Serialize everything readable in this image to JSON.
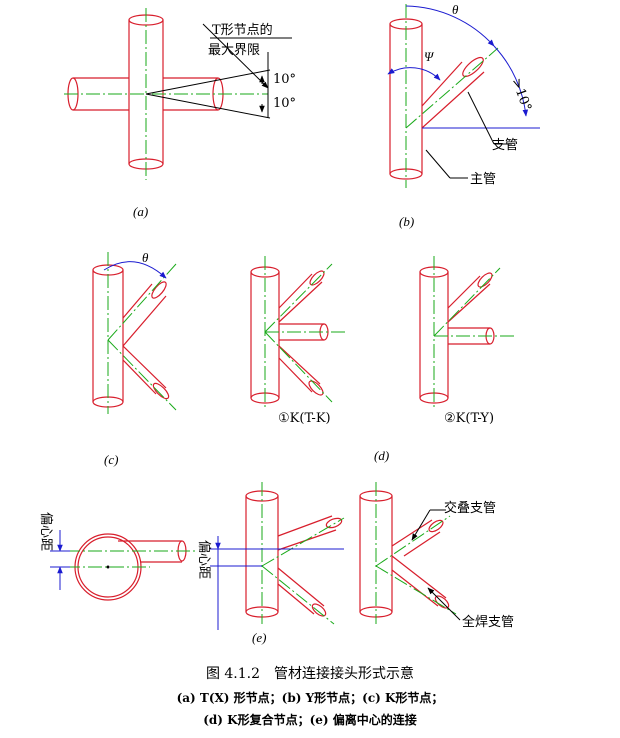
{
  "labels": {
    "a_limit_l1": "T形节点的",
    "a_limit_l2": "最大界限",
    "a_angle_top": "10°",
    "a_angle_bot": "10°",
    "b_theta": "θ",
    "b_psi": "Ψ",
    "b_gt10": ">10°",
    "b_branch": "支管",
    "b_chord": "主管",
    "c_theta": "θ",
    "d_sub1": "①K(T-K)",
    "d_sub2": "②K(T-Y)",
    "e_ecc1": "偏心距",
    "e_ecc2": "偏心距",
    "e_overlap": "交叠支管",
    "e_fullweld": "全焊支管"
  },
  "panels": {
    "a": "(a)",
    "b": "(b)",
    "c": "(c)",
    "d": "(d)",
    "e": "(e)"
  },
  "caption": {
    "title": "图 4.1.2　管材连接接头形式示意",
    "line1": "(a) T(X) 形节点；(b) Y形节点；(c) K形节点；",
    "line2": "(d) K形复合节点；(e) 偏离中心的连接"
  },
  "colors": {
    "tube": "#d81e2c",
    "centerline": "#1aaa1a",
    "dimension": "#1b1bd0",
    "leader": "#000000"
  }
}
